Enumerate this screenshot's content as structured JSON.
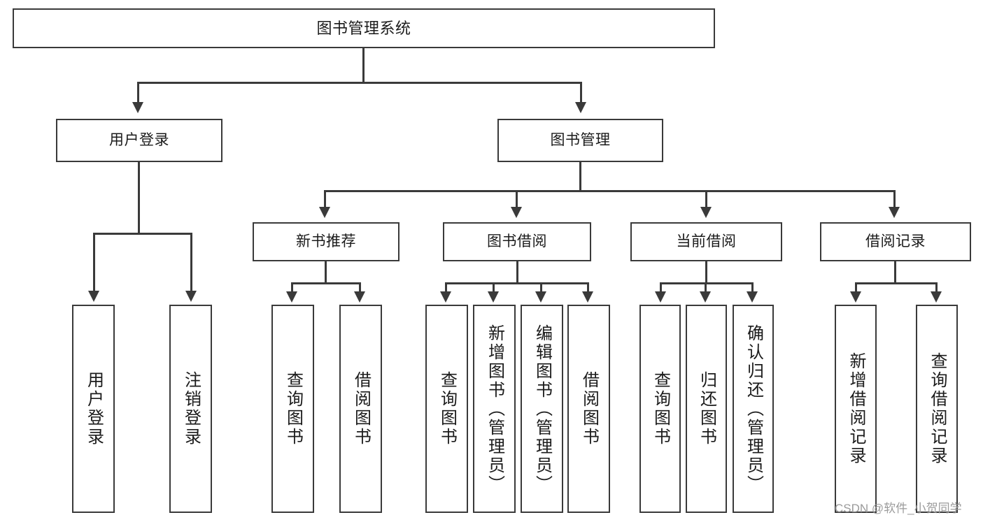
{
  "diagram": {
    "title": "图书管理系统",
    "type": "functional-hierarchy-tree",
    "colors": {
      "box_border": "#3a3a3a",
      "box_fill": "#ffffff",
      "connector": "#3a3a3a",
      "text": "#1b1b1b",
      "watermark": "#9b9b9b",
      "background": "#ffffff"
    },
    "levels": 4
  },
  "nodes": {
    "root": {
      "label": "图书管理系统"
    },
    "level2": [
      {
        "label": "用户登录"
      },
      {
        "label": "图书管理"
      }
    ],
    "level3": [
      {
        "label": "新书推荐"
      },
      {
        "label": "图书借阅"
      },
      {
        "label": "当前借阅"
      },
      {
        "label": "借阅记录"
      }
    ],
    "leaves": {
      "user_login": [
        {
          "label": "用户登录"
        },
        {
          "label": "注销登录"
        }
      ],
      "new_book_recommend": [
        {
          "label": "查询图书"
        },
        {
          "label": "借阅图书"
        }
      ],
      "book_borrow": [
        {
          "label": "查询图书"
        },
        {
          "label": "新增图书（管理员）"
        },
        {
          "label": "编辑图书（管理员）"
        },
        {
          "label": "借阅图书"
        }
      ],
      "current_borrow": [
        {
          "label": "查询图书"
        },
        {
          "label": "归还图书"
        },
        {
          "label": "确认归还（管理员）"
        }
      ],
      "borrow_record": [
        {
          "label": "新增借阅记录"
        },
        {
          "label": "查询借阅记录"
        }
      ]
    }
  },
  "watermark": {
    "text": "CSDN @软件_小贺同学"
  }
}
